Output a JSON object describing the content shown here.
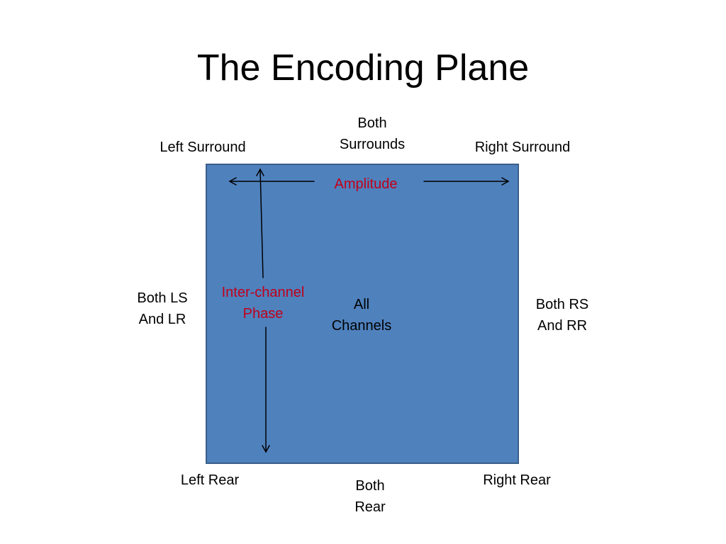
{
  "slide": {
    "title": "The Encoding Plane"
  },
  "corners": {
    "left_surround": "Left Surround",
    "right_surround": "Right Surround",
    "left_rear": "Left Rear",
    "right_rear": "Right Rear"
  },
  "edges": {
    "top": [
      "Both",
      "Surrounds"
    ],
    "bottom": [
      "Both",
      "Rear"
    ],
    "left": [
      "Both LS",
      "And LR"
    ],
    "right": [
      "Both RS",
      "And RR"
    ]
  },
  "center": [
    "All",
    "Channels"
  ],
  "axes": {
    "amplitude": "Amplitude",
    "phase": [
      "Inter-channel",
      "Phase"
    ]
  },
  "colors": {
    "plane_fill": "#4f81bd",
    "plane_border": "#3a5f8a",
    "axis_label": "#c0001a",
    "text": "#000000"
  }
}
